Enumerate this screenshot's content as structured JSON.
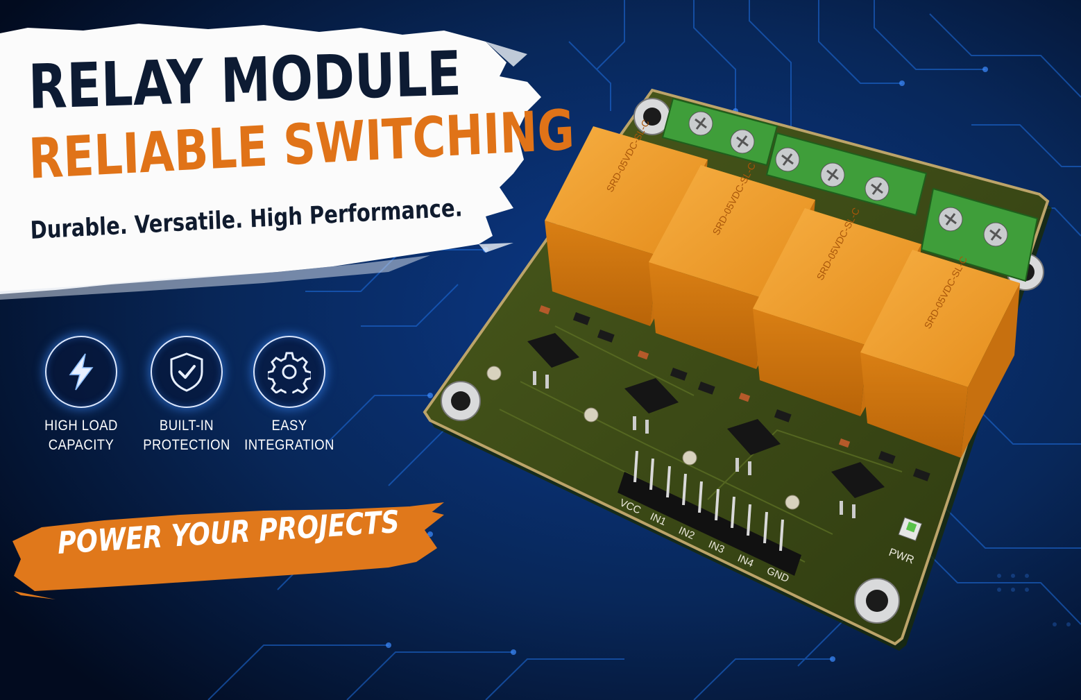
{
  "banner": {
    "headline": "RELAY MODULE",
    "subheadline": "RELIABLE SWITCHING",
    "tagline": "Durable. Versatile. High Performance."
  },
  "features": [
    {
      "icon": "lightning-bolt-icon",
      "line1": "HIGH LOAD",
      "line2": "CAPACITY"
    },
    {
      "icon": "shield-check-icon",
      "line1": "BUILT-IN",
      "line2": "PROTECTION"
    },
    {
      "icon": "gear-icon",
      "line1": "EASY",
      "line2": "INTEGRATION"
    }
  ],
  "cta": {
    "label": "POWER YOUR PROJECTS"
  },
  "board": {
    "relay_marking": "SRD-05VDC-SL-C",
    "pin_labels": [
      "VCC",
      "IN1",
      "IN2",
      "IN3",
      "IN4",
      "GND"
    ],
    "power_led_label": "PWR"
  },
  "colors": {
    "accent_orange": "#e07318",
    "navy_text": "#0d1b33",
    "background": "#041433",
    "pcb_green": "#3c4a16",
    "terminal_green": "#3f9e3a",
    "relay_orange": "#f29b2a"
  }
}
